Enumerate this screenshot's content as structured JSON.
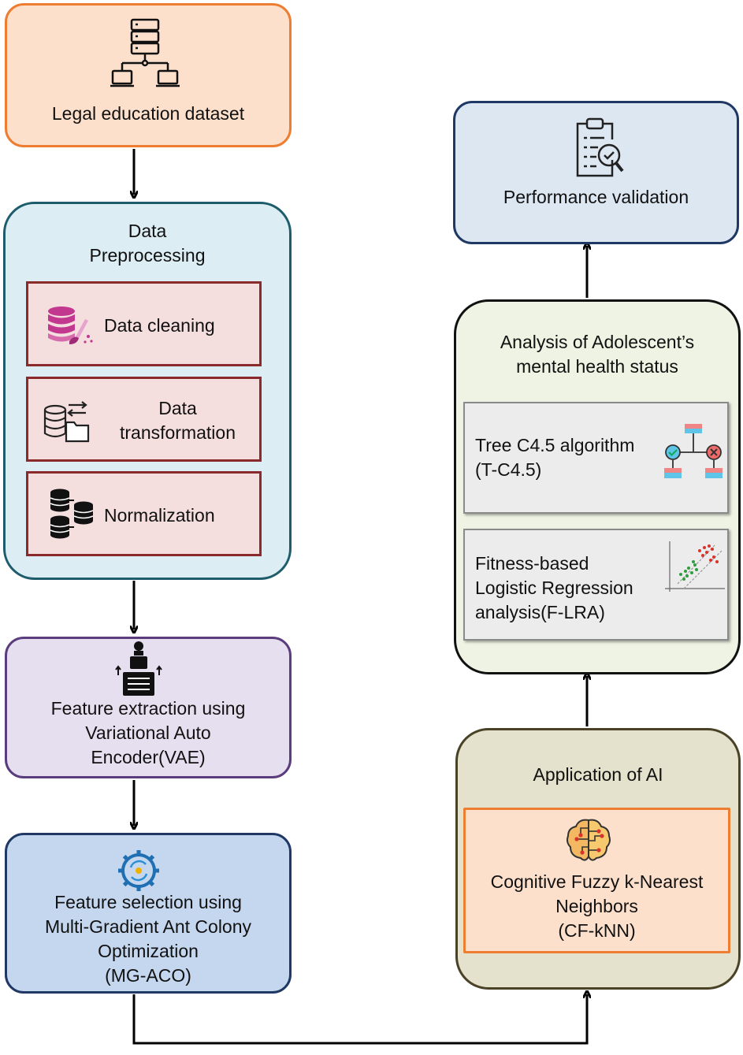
{
  "dataset": {
    "title": "Legal education dataset",
    "icon": "database-network-icon"
  },
  "preprocessing": {
    "title_line1": "Data",
    "title_line2": "Preprocessing",
    "steps": [
      {
        "label": "Data cleaning",
        "icon": "database-broom-icon"
      },
      {
        "label_line1": "Data",
        "label_line2": "transformation",
        "icon": "database-folder-transfer-icon"
      },
      {
        "label": "Normalization",
        "icon": "database-sync-icon"
      }
    ]
  },
  "feature_extraction": {
    "lines": [
      "Feature extraction using",
      "Variational Auto",
      "Encoder(VAE)"
    ],
    "icon": "robot-document-icon"
  },
  "feature_selection": {
    "lines": [
      "Feature selection using",
      "Multi-Gradient Ant Colony",
      "Optimization",
      "(MG-ACO)"
    ],
    "icon": "gear-cycle-icon"
  },
  "application_ai": {
    "title": "Application of AI",
    "lines": [
      "Cognitive Fuzzy k-Nearest",
      "Neighbors",
      "(CF-kNN)"
    ],
    "icon": "brain-circuit-icon"
  },
  "analysis": {
    "title_line1": "Analysis of Adolescent’s",
    "title_line2": "mental health status",
    "methods": [
      {
        "line1": "Tree C4.5 algorithm",
        "line2": "(T-C4.5)",
        "icon": "decision-tree-icon"
      },
      {
        "line1": "Fitness-based",
        "line2": "Logistic Regression",
        "line3": "analysis(F-LRA)",
        "icon": "scatter-plot-icon"
      }
    ]
  },
  "validation": {
    "title": "Performance validation",
    "icon": "clipboard-check-icon"
  },
  "colors": {
    "dataset_fill": "#fde0cc",
    "dataset_border": "#ed7d31",
    "preprocess_fill": "#dcedf4",
    "preprocess_border": "#1f5c6b",
    "step_fill": "#f4dede",
    "step_border": "#8b2a2a",
    "extraction_fill": "#e6dfef",
    "extraction_border": "#5b3d7e",
    "selection_fill": "#c5d7ef",
    "selection_border": "#1f3864",
    "ai_fill": "#e4e1cc",
    "ai_border": "#4a4226",
    "analysis_fill": "#eef3e3",
    "analysis_border": "#111111",
    "validation_fill": "#dde7f2",
    "validation_border": "#1f3864"
  }
}
